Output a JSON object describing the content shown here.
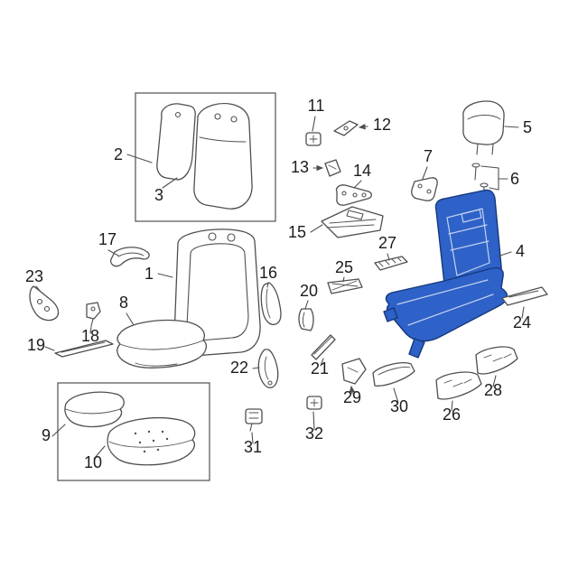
{
  "diagram": {
    "highlighted_part": "4",
    "colors": {
      "background": "#ffffff",
      "line": "#4f4f4f",
      "text": "#1c1c1c",
      "highlight_fill": "#2e62c8",
      "highlight_stroke": "#16387c",
      "highlight_inner": "#c3d1ee"
    },
    "labels": {
      "p1": "1",
      "p2": "2",
      "p3": "3",
      "p4": "4",
      "p5": "5",
      "p6": "6",
      "p7": "7",
      "p8": "8",
      "p9": "9",
      "p10": "10",
      "p11": "11",
      "p12": "12",
      "p13": "13",
      "p14": "14",
      "p15": "15",
      "p16": "16",
      "p17": "17",
      "p18": "18",
      "p19": "19",
      "p20": "20",
      "p21": "21",
      "p22": "22",
      "p23": "23",
      "p24": "24",
      "p25": "25",
      "p26": "26",
      "p27": "27",
      "p28": "28",
      "p29": "29",
      "p30": "30",
      "p31": "31",
      "p32": "32"
    }
  }
}
